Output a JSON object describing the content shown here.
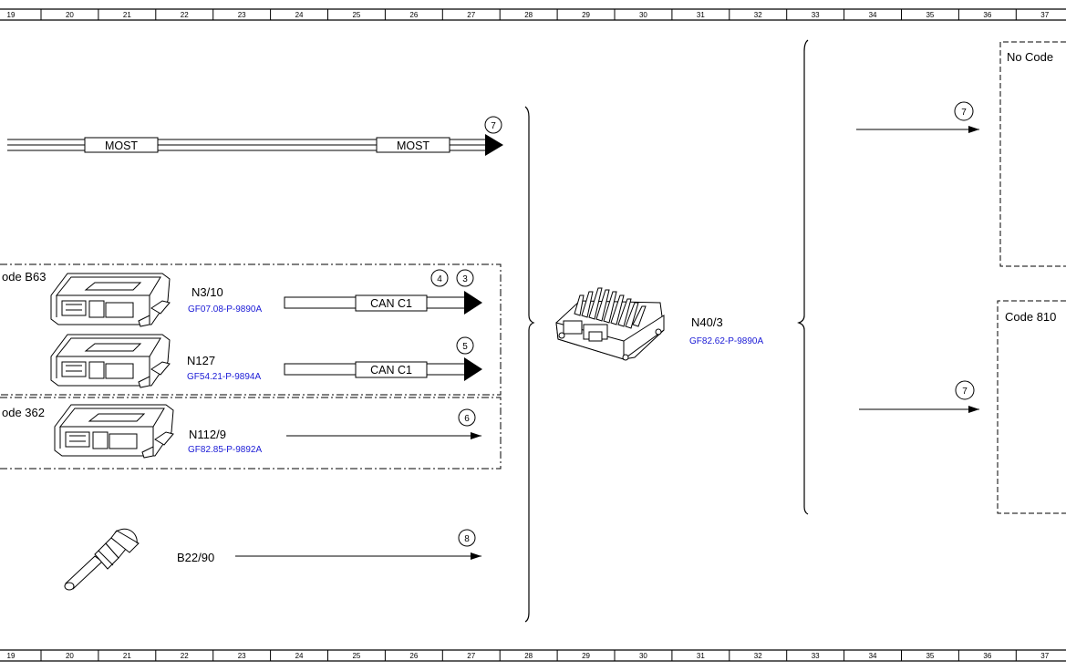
{
  "ruler": {
    "numbers": [
      "19",
      "20",
      "21",
      "22",
      "23",
      "24",
      "25",
      "26",
      "27",
      "28",
      "29",
      "30",
      "31",
      "32",
      "33",
      "34",
      "35",
      "36",
      "37"
    ]
  },
  "most_bus": {
    "labels": [
      "MOST",
      "MOST"
    ],
    "connector": "7"
  },
  "group_code_b63": {
    "title": "ode B63",
    "components": [
      {
        "id": "N3/10",
        "ref": "GF07.08-P-9890A",
        "bus_label": "CAN C1",
        "connectors": [
          "4",
          "3"
        ]
      },
      {
        "id": "N127",
        "ref": "GF54.21-P-9894A",
        "bus_label": "CAN C1",
        "connectors": [
          "5"
        ]
      }
    ]
  },
  "group_code_362": {
    "title": "ode 362",
    "component": {
      "id": "N112/9",
      "ref": "GF82.85-P-9892A",
      "connector": "6"
    }
  },
  "sensor": {
    "id": "B22/90",
    "connector": "8"
  },
  "center_unit": {
    "id": "N40/3",
    "ref": "GF82.62-P-9890A"
  },
  "right_outputs": [
    {
      "connector": "7"
    },
    {
      "connector": "7"
    }
  ],
  "right_boxes": [
    {
      "title_prefix": "No",
      "title_rest": "Code"
    },
    {
      "title": "Code 810"
    }
  ]
}
